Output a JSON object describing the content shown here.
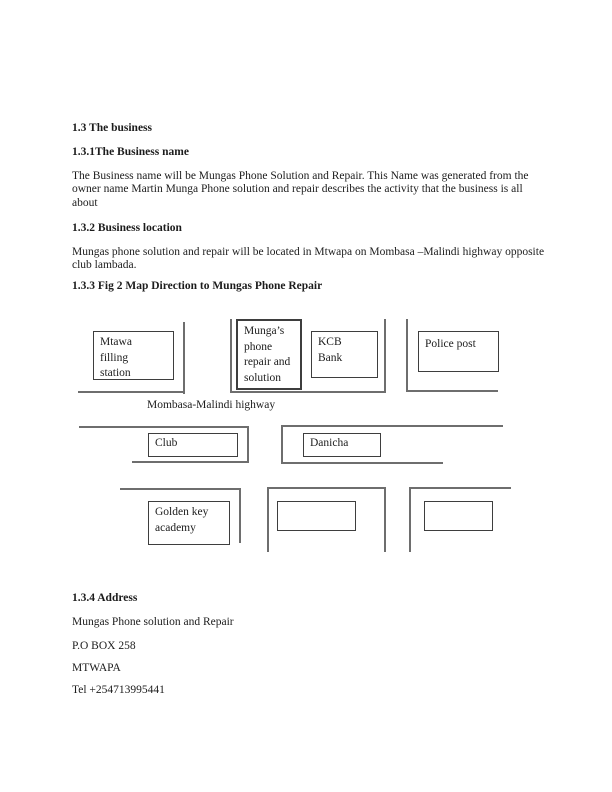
{
  "colors": {
    "page_bg": "#ffffff",
    "ink": "#1c1c1c",
    "box_border": "#3e3e3e",
    "road_line": "#6e6e6e"
  },
  "page": {
    "sections": {
      "s1_heading": "1.3 The business",
      "s2_heading": "1.3.1The Business name",
      "s2_body": "The Business name will be Mungas Phone Solution and Repair. This Name was generated from the owner name Martin Munga Phone solution and repair describes the activity that the business is all about",
      "s3_heading": "1.3.2 Business location",
      "s3_body": "Mungas phone solution and repair will be located in Mtwapa on Mombasa –Malindi highway opposite club lambada.",
      "s4_heading": "1.3.3 Fig 2 Map Direction to Mungas Phone Repair"
    },
    "map": {
      "mtawa_label": "Mtawa\nfilling\nstation",
      "mungas_label": "Munga’s\nphone\nrepair and\nsolution",
      "kcb_label": "KCB\nBank",
      "police_label": "Police post",
      "highway_label": "Mombasa-Malindi highway",
      "club_label": "Club",
      "danicha_label": "Danicha",
      "golden_label": "Golden key\nacademy"
    },
    "address": {
      "heading": "1.3.4 Address",
      "lines": [
        "Mungas Phone solution and Repair",
        "P.O BOX 258",
        "MTWAPA",
        "Tel +254713995441"
      ]
    }
  }
}
